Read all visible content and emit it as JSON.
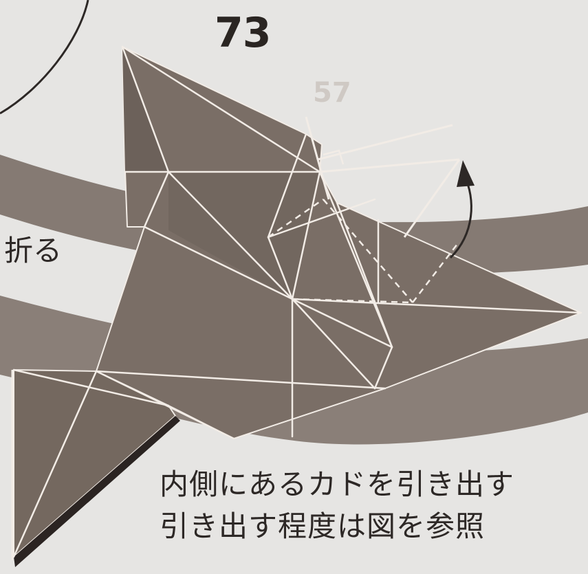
{
  "step": {
    "number": "73"
  },
  "labels": {
    "side_fold": "折る"
  },
  "caption": {
    "line1": "内側にあるカドを引き出す",
    "line2": "引き出す程度は図を参照"
  },
  "colors": {
    "page_background": "#e6e5e3",
    "band": "#857a73",
    "paper_face": "#7a6e66",
    "paper_shade": "#6c615a",
    "crease_line": "#f2ece6",
    "text": "#2d2826"
  },
  "symbols": {
    "fold_arrow": "curved-arrow-icon",
    "right_angle": "right-angle-marker-icon",
    "hidden_fold": "dashed-hidden-line"
  }
}
